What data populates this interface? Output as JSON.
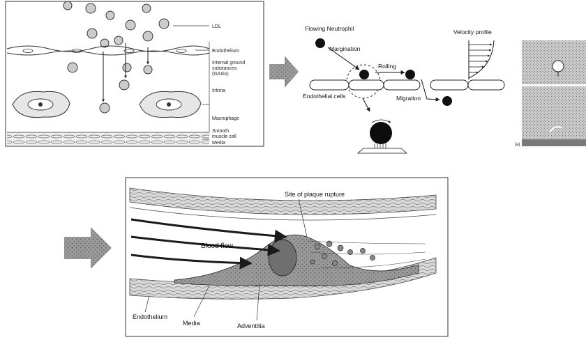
{
  "panels": {
    "atherosclerosis": {
      "labels": {
        "ldl": "LDL",
        "endothelium": "Endothelium",
        "ground": [
          "Internal ground",
          "substances",
          "(GAGs)"
        ],
        "intima": "Intima",
        "macrophage": "Macrophage",
        "smooth": [
          "Smooth",
          "muscle cell"
        ],
        "media": "Media"
      }
    },
    "neutrophil": {
      "labels": {
        "flowing": "Flowing Neutrophil",
        "margination": "Margination",
        "rolling": "Rolling",
        "velocity": "Velocity profile",
        "endothelial": "Endothelial cells",
        "migration": "Migration"
      }
    },
    "micrograph": {
      "labels": {
        "tag": "(a)"
      }
    },
    "artery": {
      "labels": {
        "rupture": "Site of plaque rupture",
        "bloodflow": "Blood flow",
        "endothelium": "Endothelium",
        "media": "Media",
        "adventitia": "Adventitia"
      }
    }
  },
  "colors": {
    "ink": "#1a1a1a",
    "arrow": "#6b6b6b",
    "plaque": "#8a8a8a"
  }
}
